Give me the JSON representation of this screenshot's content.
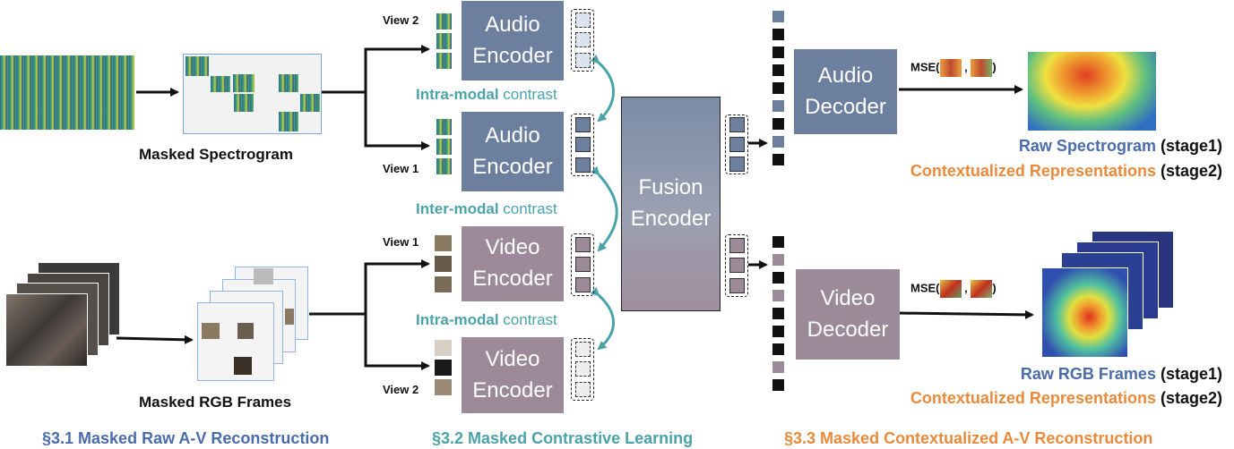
{
  "sections": {
    "s1": "§3.1 Masked Raw A-V Reconstruction",
    "s2": "§3.2 Masked Contrastive Learning",
    "s3": "§3.3 Masked Contextualized A-V Reconstruction"
  },
  "inputs": {
    "masked_spectrogram": "Masked Spectrogram",
    "masked_rgb": "Masked RGB Frames"
  },
  "views": {
    "audio_view2": "View 2",
    "audio_view1": "View 1",
    "video_view1": "View 1",
    "video_view2": "View 2"
  },
  "encoders": {
    "audio_top": "Audio\nEncoder",
    "audio_bottom": "Audio\nEncoder",
    "video_top": "Video\nEncoder",
    "video_bottom": "Video\nEncoder",
    "fusion": "Fusion\nEncoder"
  },
  "contrasts": {
    "intra_top_bold": "Intra-modal",
    "intra_top_rest": " contrast",
    "inter_bold": "Inter-modal",
    "inter_rest": " contrast",
    "intra_bottom_bold": "Intra-modal",
    "intra_bottom_rest": " contrast"
  },
  "decoders": {
    "audio": "Audio\nDecoder",
    "video": "Video\nDecoder"
  },
  "mse": {
    "audio_prefix": "MSE(",
    "audio_sep": ",",
    "audio_suffix": ")",
    "video_prefix": "MSE(",
    "video_sep": ",",
    "video_suffix": ")"
  },
  "outputs": {
    "audio_raw": "Raw Spectrogram",
    "audio_raw_stage": " (stage1)",
    "audio_ctx": "Contextualized Representations",
    "audio_ctx_stage": " (stage2)",
    "video_raw": "Raw RGB Frames",
    "video_raw_stage": " (stage1)",
    "video_ctx": "Contextualized Representations",
    "video_ctx_stage": " (stage2)"
  },
  "colors": {
    "audio": "#6c7f9f",
    "video": "#9c8a99",
    "teal": "#4aa3a8",
    "blue": "#4a6cab",
    "orange": "#e88a3a"
  }
}
